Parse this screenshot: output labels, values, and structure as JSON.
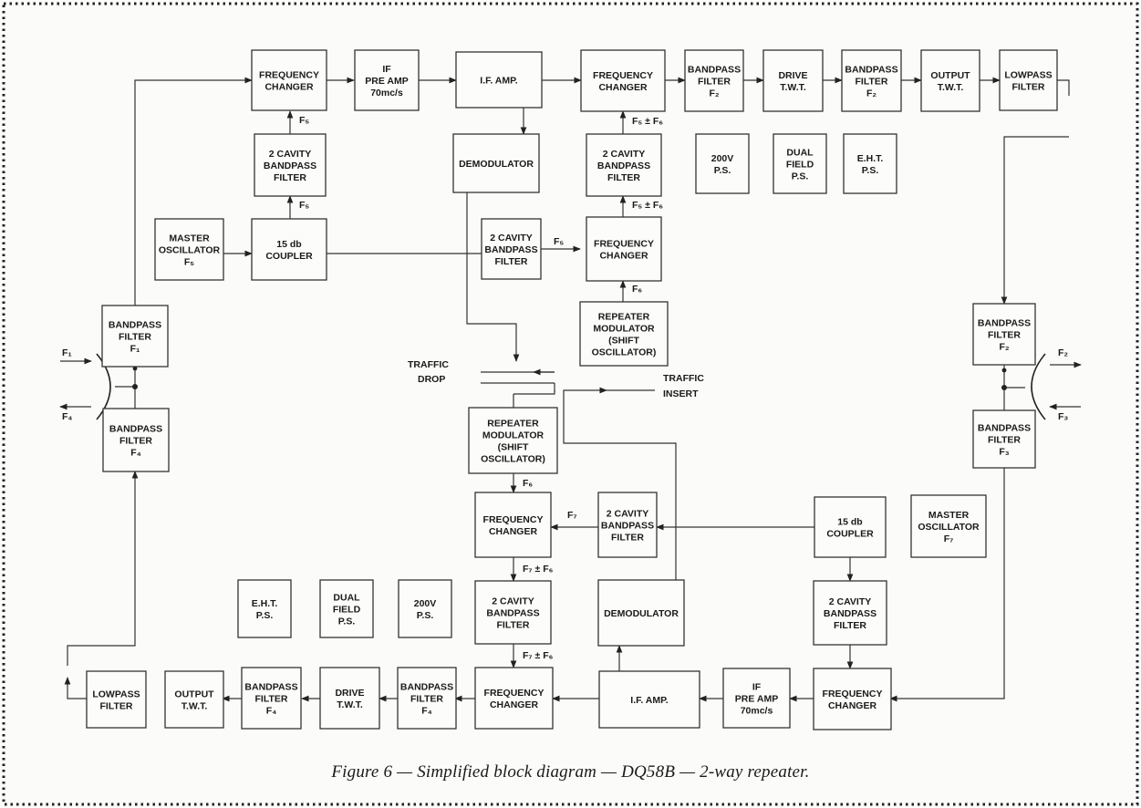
{
  "caption": "Figure 6 — Simplified block diagram — DQ58B — 2-way repeater.",
  "blocks": [
    {
      "id": "b1",
      "lines": [
        "FREQUENCY",
        "CHANGER"
      ]
    },
    {
      "id": "b2",
      "lines": [
        "IF",
        "PRE AMP",
        "70mc/s"
      ]
    },
    {
      "id": "b3",
      "lines": [
        "I.F. AMP."
      ]
    },
    {
      "id": "b4",
      "lines": [
        "FREQUENCY",
        "CHANGER"
      ]
    },
    {
      "id": "b5",
      "lines": [
        "BANDPASS",
        "FILTER",
        "F₂"
      ]
    },
    {
      "id": "b6",
      "lines": [
        "DRIVE",
        "T.W.T."
      ]
    },
    {
      "id": "b7",
      "lines": [
        "BANDPASS",
        "FILTER",
        "F₂"
      ]
    },
    {
      "id": "b8",
      "lines": [
        "OUTPUT",
        "T.W.T."
      ]
    },
    {
      "id": "b9",
      "lines": [
        "LOWPASS",
        "FILTER"
      ]
    },
    {
      "id": "b10",
      "lines": [
        "2 CAVITY",
        "BANDPASS",
        "FILTER"
      ]
    },
    {
      "id": "b11",
      "lines": [
        "DEMODULATOR"
      ]
    },
    {
      "id": "b12",
      "lines": [
        "2 CAVITY",
        "BANDPASS",
        "FILTER"
      ]
    },
    {
      "id": "b13",
      "lines": [
        "200V",
        "P.S."
      ]
    },
    {
      "id": "b14",
      "lines": [
        "DUAL",
        "FIELD",
        "P.S."
      ]
    },
    {
      "id": "b15",
      "lines": [
        "E.H.T.",
        "P.S."
      ]
    },
    {
      "id": "b16",
      "lines": [
        "MASTER",
        "OSCILLATOR",
        "F₅"
      ]
    },
    {
      "id": "b17",
      "lines": [
        "15 db",
        "COUPLER"
      ]
    },
    {
      "id": "b18",
      "lines": [
        "2 CAVITY",
        "BANDPASS",
        "FILTER"
      ]
    },
    {
      "id": "b19",
      "lines": [
        "FREQUENCY",
        "CHANGER"
      ]
    },
    {
      "id": "b20",
      "lines": [
        "REPEATER",
        "MODULATOR",
        "(SHIFT",
        "OSCILLATOR)"
      ]
    },
    {
      "id": "b21",
      "lines": [
        "BANDPASS",
        "FILTER",
        "F₁"
      ]
    },
    {
      "id": "b22",
      "lines": [
        "BANDPASS",
        "FILTER",
        "F₄"
      ]
    },
    {
      "id": "b23",
      "lines": [
        "BANDPASS",
        "FILTER",
        "F₂"
      ]
    },
    {
      "id": "b24",
      "lines": [
        "BANDPASS",
        "FILTER",
        "F₃"
      ]
    },
    {
      "id": "b25",
      "lines": [
        "REPEATER",
        "MODULATOR",
        "(SHIFT",
        "OSCILLATOR)"
      ]
    },
    {
      "id": "b26",
      "lines": [
        "FREQUENCY",
        "CHANGER"
      ]
    },
    {
      "id": "b27",
      "lines": [
        "2 CAVITY",
        "BANDPASS",
        "FILTER"
      ]
    },
    {
      "id": "b28",
      "lines": [
        "15 db",
        "COUPLER"
      ]
    },
    {
      "id": "b29",
      "lines": [
        "MASTER",
        "OSCILLATOR",
        "F₇"
      ]
    },
    {
      "id": "b30",
      "lines": [
        "E.H.T.",
        "P.S."
      ]
    },
    {
      "id": "b31",
      "lines": [
        "DUAL",
        "FIELD",
        "P.S."
      ]
    },
    {
      "id": "b32",
      "lines": [
        "200V",
        "P.S."
      ]
    },
    {
      "id": "b33",
      "lines": [
        "2 CAVITY",
        "BANDPASS",
        "FILTER"
      ]
    },
    {
      "id": "b34",
      "lines": [
        "DEMODULATOR"
      ]
    },
    {
      "id": "b35",
      "lines": [
        "2 CAVITY",
        "BANDPASS",
        "FILTER"
      ]
    },
    {
      "id": "b36",
      "lines": [
        "LOWPASS",
        "FILTER"
      ]
    },
    {
      "id": "b37",
      "lines": [
        "OUTPUT",
        "T.W.T."
      ]
    },
    {
      "id": "b38",
      "lines": [
        "BANDPASS",
        "FILTER",
        "F₄"
      ]
    },
    {
      "id": "b39",
      "lines": [
        "DRIVE",
        "T.W.T."
      ]
    },
    {
      "id": "b40",
      "lines": [
        "BANDPASS",
        "FILTER",
        "F₄"
      ]
    },
    {
      "id": "b41",
      "lines": [
        "FREQUENCY",
        "CHANGER"
      ]
    },
    {
      "id": "b42",
      "lines": [
        "I.F. AMP."
      ]
    },
    {
      "id": "b43",
      "lines": [
        "IF",
        "PRE AMP",
        "70mc/s"
      ]
    },
    {
      "id": "b44",
      "lines": [
        "FREQUENCY",
        "CHANGER"
      ]
    }
  ],
  "labels": [
    {
      "id": "l1",
      "text": "F₅"
    },
    {
      "id": "l2",
      "text": "F₅"
    },
    {
      "id": "l3",
      "text": "F₅ ± F₆"
    },
    {
      "id": "l4",
      "text": "F₅ ± F₆"
    },
    {
      "id": "l5",
      "text": "F₅"
    },
    {
      "id": "l6",
      "text": "F₆"
    },
    {
      "id": "l7",
      "text": "TRAFFIC"
    },
    {
      "id": "l8",
      "text": "DROP"
    },
    {
      "id": "l9",
      "text": "TRAFFIC"
    },
    {
      "id": "l10",
      "text": "INSERT"
    },
    {
      "id": "l11",
      "text": "F₆"
    },
    {
      "id": "l12",
      "text": "F₇"
    },
    {
      "id": "l13",
      "text": "F₇ ± F₆"
    },
    {
      "id": "l14",
      "text": "F₇ ± F₆"
    },
    {
      "id": "l15",
      "text": "F₁"
    },
    {
      "id": "l16",
      "text": "F₄"
    },
    {
      "id": "l17",
      "text": "F₂"
    },
    {
      "id": "l18",
      "text": "F₃"
    }
  ]
}
